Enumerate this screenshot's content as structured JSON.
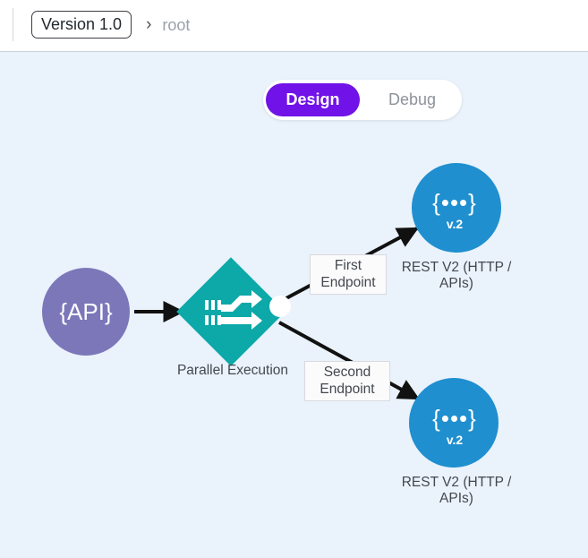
{
  "header": {
    "version_chip": "Version 1.0",
    "separator": "›",
    "breadcrumb_root": "root"
  },
  "toolbar": {
    "mode_design": "Design",
    "mode_debug": "Debug",
    "active_mode": "Design"
  },
  "colors": {
    "canvas_bg": "#eaf2fb",
    "accent_purple": "#7112e8",
    "api_node": "#7c77b9",
    "parallel_node": "#0da8a8",
    "rest_node": "#1f8fcf",
    "edge": "#111111"
  },
  "graph": {
    "nodes": [
      {
        "id": "api",
        "shape": "circle",
        "text": "{API}",
        "label": "",
        "color": "#7c77b9"
      },
      {
        "id": "parallel-execution",
        "shape": "diamond",
        "text": "",
        "label": "Parallel Execution",
        "color": "#0da8a8",
        "icon": "parallel-arrows-icon"
      },
      {
        "id": "rest-v2-top",
        "shape": "circle",
        "text": "{•••}",
        "version": "v.2",
        "label": "REST V2 (HTTP /\nAPIs)",
        "color": "#1f8fcf"
      },
      {
        "id": "rest-v2-bottom",
        "shape": "circle",
        "text": "{•••}",
        "version": "v.2",
        "label": "REST V2 (HTTP /\nAPIs)",
        "color": "#1f8fcf"
      }
    ],
    "edges": [
      {
        "id": "edge-api-parallel",
        "from": "api",
        "to": "parallel-execution",
        "label": ""
      },
      {
        "id": "edge-first",
        "from": "parallel-execution",
        "to": "rest-v2-top",
        "label": "First\nEndpoint"
      },
      {
        "id": "edge-second",
        "from": "parallel-execution",
        "to": "rest-v2-bottom",
        "label": "Second\nEndpoint"
      }
    ]
  }
}
